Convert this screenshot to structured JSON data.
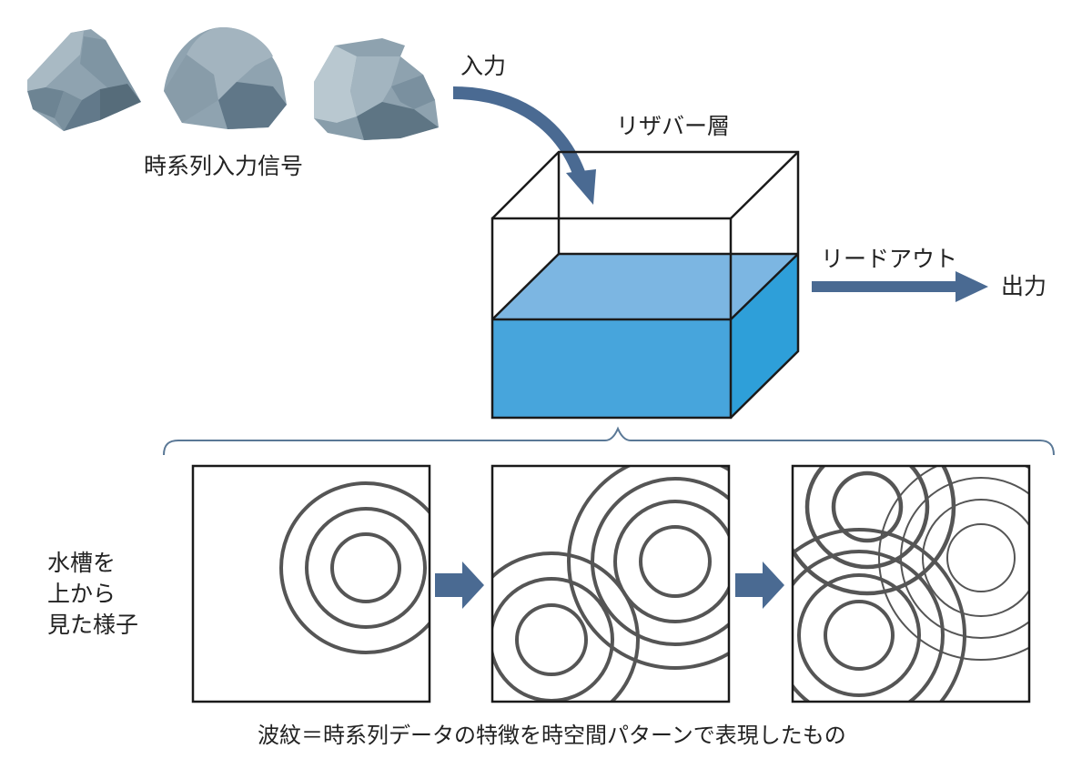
{
  "title": "リザバー計算の概念図",
  "labels": {
    "time_series_input": "時系列入力信号",
    "input": "入力",
    "reservoir_layer": "リザバー層",
    "readout": "リードアウト",
    "output": "出力",
    "top_view": [
      "水槽を",
      "上から",
      "見た様子"
    ],
    "caption": "波紋＝時系列データの特徴を時空間パターンで表現したもの"
  },
  "icons": {
    "stones": [
      "stone-icon",
      "stone-icon",
      "stone-icon"
    ],
    "input_arrow": "curved-arrow-icon",
    "readout_arrow": "right-arrow-icon",
    "step_arrows": [
      "right-arrow-icon",
      "right-arrow-icon"
    ],
    "brace": "curly-brace-icon"
  },
  "colors": {
    "arrow": "#4a6a92",
    "water_front": "#47a5dc",
    "water_top": "#7cb6e2",
    "water_side": "#2e9fd9",
    "stone_light": "#a8b8c2",
    "stone_mid": "#889ca8",
    "stone_dark": "#5f7482",
    "ripple": "#555555",
    "brace": "#5a7896"
  },
  "ripple_panels": [
    {
      "name": "ripple-panel-1",
      "sources": 1
    },
    {
      "name": "ripple-panel-2",
      "sources": 2
    },
    {
      "name": "ripple-panel-3",
      "sources": 3
    }
  ]
}
